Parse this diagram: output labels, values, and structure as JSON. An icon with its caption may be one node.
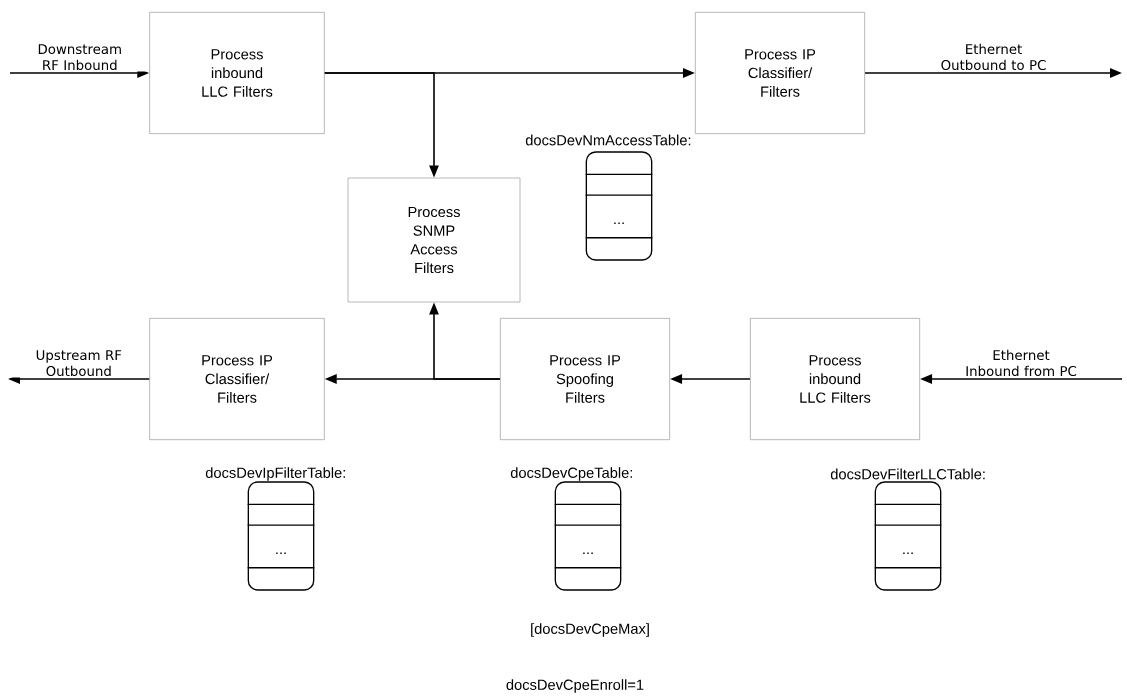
{
  "diagram": {
    "nodes": [
      {
        "text": [
          "Process inbound LLC Filters"
        ]
      },
      {
        "text": [
          "Process IP Classifier/ Filters"
        ]
      },
      {
        "text": [
          "Process SNMP Access Filters"
        ]
      },
      {
        "text": [
          "docsDevNmAccessTable:",
          "..."
        ]
      },
      {
        "text": [
          "Process IP Classifier/ Filters"
        ]
      },
      {
        "text": [
          "Process IP Spoofing Filters"
        ]
      },
      {
        "text": [
          "Process inbound LLC Filters"
        ]
      },
      {
        "text": [
          "docsDevIpFilterTable:",
          "..."
        ]
      },
      {
        "text": [
          "docsDevCpeTable:",
          "..."
        ]
      },
      {
        "text": [
          "docsDevFilterLLCTable:",
          "..."
        ]
      }
    ],
    "edges": [
      {
        "from": null,
        "to": 0,
        "arrow": "to",
        "label": "Downstream RF Inbound"
      },
      {
        "from": 0,
        "to": 1,
        "arrow": "to"
      },
      {
        "from": 0,
        "to": 2,
        "arrow": "to"
      },
      {
        "from": 1,
        "to": null,
        "arrow": "to",
        "label": "Ethernet Outbound to PC"
      },
      {
        "from": null,
        "to": 6,
        "arrow": "to",
        "label": "Ethernet Inbound from PC"
      },
      {
        "from": 6,
        "to": 5,
        "arrow": "to"
      },
      {
        "from": 5,
        "to": 4,
        "arrow": "to"
      },
      {
        "from": 5,
        "to": 2,
        "arrow": "to"
      },
      {
        "from": 4,
        "to": null,
        "arrow": "to",
        "label": "Upstream RF Outbound"
      }
    ],
    "labels": [
      "[docsDevCpeMax]",
      "docsDevCpeEnroll=1"
    ]
  }
}
